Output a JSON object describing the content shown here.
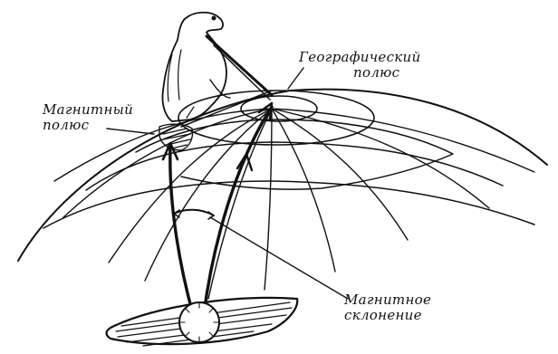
{
  "labels": {
    "geographic_pole": [
      "Географический",
      "полюс"
    ],
    "magnetic_pole": [
      "Магнитный",
      "полюс"
    ],
    "magnetic_declination": [
      "Магнитное",
      "склонение"
    ]
  },
  "colors": {
    "ink": "#111111",
    "paper": "#ffffff"
  },
  "icons": [
    "polar-bear-icon",
    "compass-icon",
    "boat-icon"
  ]
}
